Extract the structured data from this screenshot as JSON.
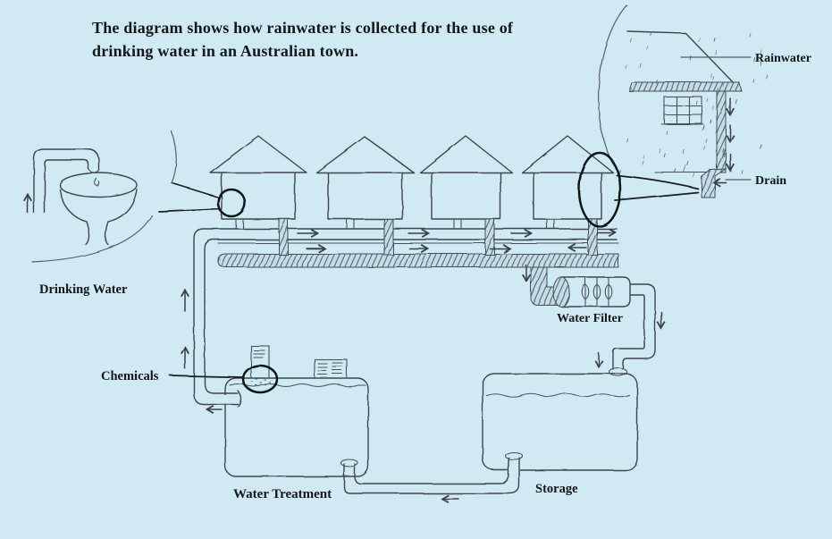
{
  "title": {
    "line1": "The diagram shows how rainwater is collected for the use of",
    "line2": "drinking water in an Australian town."
  },
  "labels": {
    "rainwater": "Rainwater",
    "drain": "Drain",
    "drinking_water": "Drinking Water",
    "chemicals": "Chemicals",
    "water_filter": "Water Filter",
    "water_treatment": "Water Treatment",
    "storage": "Storage"
  },
  "colors": {
    "background": "#cfeaf3",
    "ink": "#3f454c",
    "callout_black": "#101216",
    "hatch_fill": "#c3dee8"
  }
}
